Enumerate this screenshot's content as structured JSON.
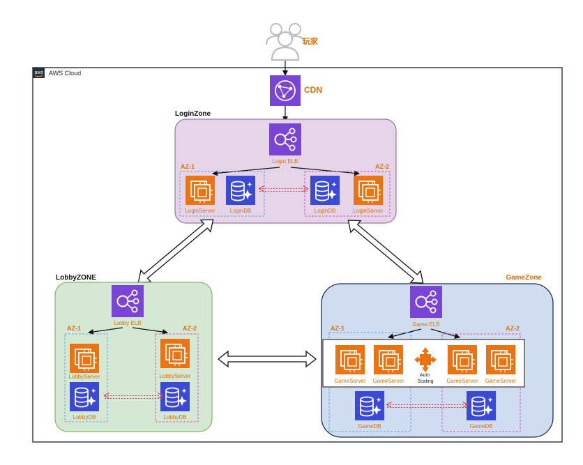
{
  "colors": {
    "cloud_border": "#3d4a5c",
    "login_fill": "#e6d5e8",
    "login_stroke": "#9673a6",
    "lobby_fill": "#d5e8d4",
    "lobby_stroke": "#82b366",
    "game_fill": "#d0dcf0",
    "game_stroke": "#1f2f4f",
    "purple_icon": "#7a44d6",
    "ec2_orange": "#ed7311",
    "db_blue": "#3a49d6",
    "label_orange": "#d9730d",
    "az_blue": "#5aa7e0",
    "az_pink": "#d34fc4",
    "repl_red": "#e0434d",
    "user_gray": "#c9c9c9"
  },
  "user": {
    "label": "玩家",
    "icon": "users-icon"
  },
  "cloud": {
    "label": "AWS Cloud",
    "badge": "aws",
    "icon": "aws-logo-icon"
  },
  "cdn": {
    "label": "CDN",
    "icon": "cloudfront-icon"
  },
  "login": {
    "title": "LoginZone",
    "elb": "Login ELB",
    "az1": "AZ-1",
    "az2": "AZ-2",
    "server1": "LoginServer",
    "db1": "LoginDB",
    "db2": "LoginDB",
    "server2": "LoginServer"
  },
  "lobby": {
    "title": "LobbyZONE",
    "elb": "Lobby ELB",
    "az1": "AZ-1",
    "az2": "AZ-2",
    "server1": "LobbyServer",
    "db1": "LobbyDB",
    "server2": "LobbyServer",
    "db2": "LobbyDB"
  },
  "game": {
    "title": "GameZone",
    "elb": "Game ELB",
    "az1": "AZ-1",
    "az2": "AZ-2",
    "servers": [
      "GameServer",
      "GameServer",
      "GameServer",
      "GameServer"
    ],
    "autoscaling": "Auto\nScaling",
    "db1": "GameDB",
    "db2": "GameDB"
  }
}
